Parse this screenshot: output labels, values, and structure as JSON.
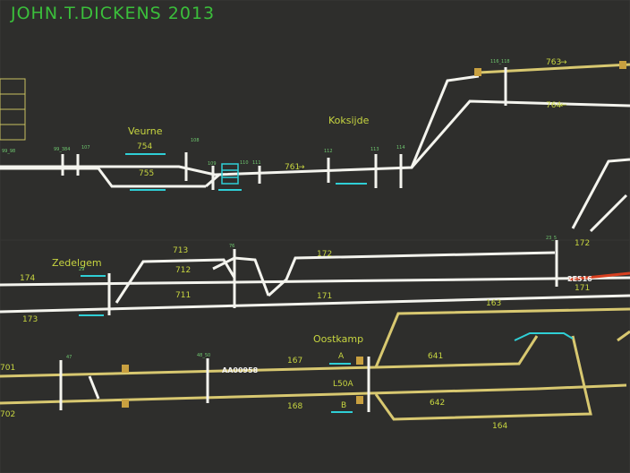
{
  "header": {
    "title": "JOHN.T.DICKENS  2013"
  },
  "stations": {
    "veurne": "Veurne",
    "koksijde": "Koksijde",
    "zedelgem": "Zedelgem",
    "oostkamp": "Oostkamp"
  },
  "tracks": {
    "t754": "754",
    "t755": "755",
    "t761": "761",
    "t763": "763",
    "t764": "764",
    "t713": "713",
    "t712": "712",
    "t711": "711",
    "t174": "174",
    "t173": "173",
    "t172a": "172",
    "t172b": "172",
    "t171a": "171",
    "t171b": "171",
    "t163": "163",
    "t701": "701",
    "t702": "702",
    "t167": "167",
    "t168": "168",
    "t641": "641",
    "t642": "642",
    "t164": "164",
    "platform_a": "A",
    "platform_b": "B",
    "l50a": "L50A"
  },
  "train_ids": {
    "train1": "2E516",
    "train2": "AA00958"
  },
  "nodes": {
    "n99_98": "99_98",
    "n99_384": "99_384",
    "n107": "107",
    "n108": "108",
    "n109": "109",
    "n110": "110",
    "n111": "111",
    "n112": "112",
    "n113": "113",
    "n114": "114",
    "n116_118": "116_118",
    "n76": "76",
    "n29": "29",
    "n23_5": "23_5",
    "n47": "47",
    "n48_50": "48_50"
  },
  "colors": {
    "title": "#3bbf3b",
    "labels": "#c8d640",
    "track": "#f4f4ee",
    "occupied": "#d8c870",
    "platform": "#2fcfd6",
    "alert": "#d84020"
  }
}
